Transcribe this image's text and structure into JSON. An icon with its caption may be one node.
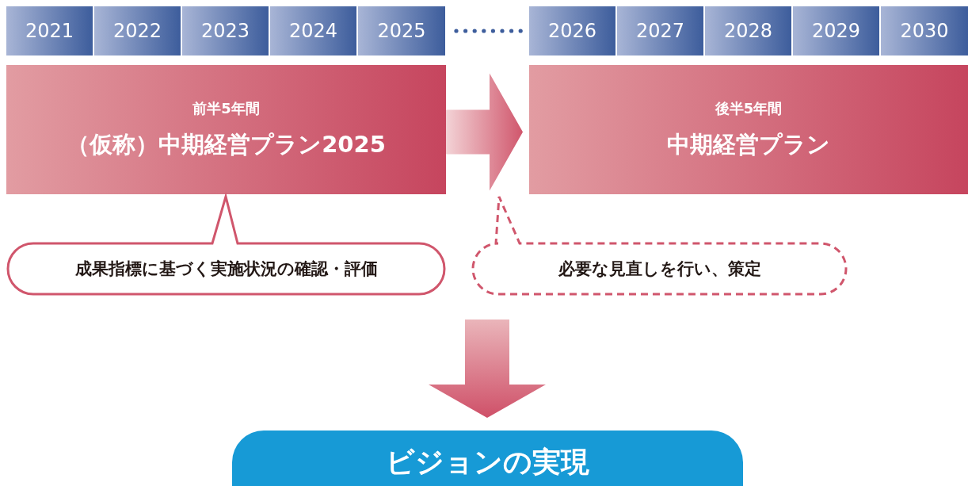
{
  "diagram": {
    "nodes": [
      {
        "text": [
          "2021"
        ]
      },
      {
        "text": [
          "2022"
        ]
      },
      {
        "text": [
          "2023"
        ]
      },
      {
        "text": [
          "2024"
        ]
      },
      {
        "text": [
          "2025"
        ]
      },
      {
        "text": [
          "2026"
        ]
      },
      {
        "text": [
          "2027"
        ]
      },
      {
        "text": [
          "2028"
        ]
      },
      {
        "text": [
          "2029"
        ]
      },
      {
        "text": [
          "2030"
        ]
      },
      {
        "text": [
          "前半5年間",
          "（仮称）中期経営プラン2025"
        ]
      },
      {
        "text": [
          "後半5年間",
          "中期経営プラン"
        ]
      },
      {
        "text": [
          "成果指標に基づく実施状況の確認・評価"
        ]
      },
      {
        "text": [
          "必要な見直しを行い、策定"
        ]
      },
      {
        "text": [
          "ビジョンの実現"
        ]
      }
    ],
    "edges": [
      {
        "from": 10,
        "to": 11,
        "arrow": "to",
        "style": "thick"
      },
      {
        "from": null,
        "to": 14,
        "arrow": "to",
        "style": "thick"
      }
    ]
  }
}
